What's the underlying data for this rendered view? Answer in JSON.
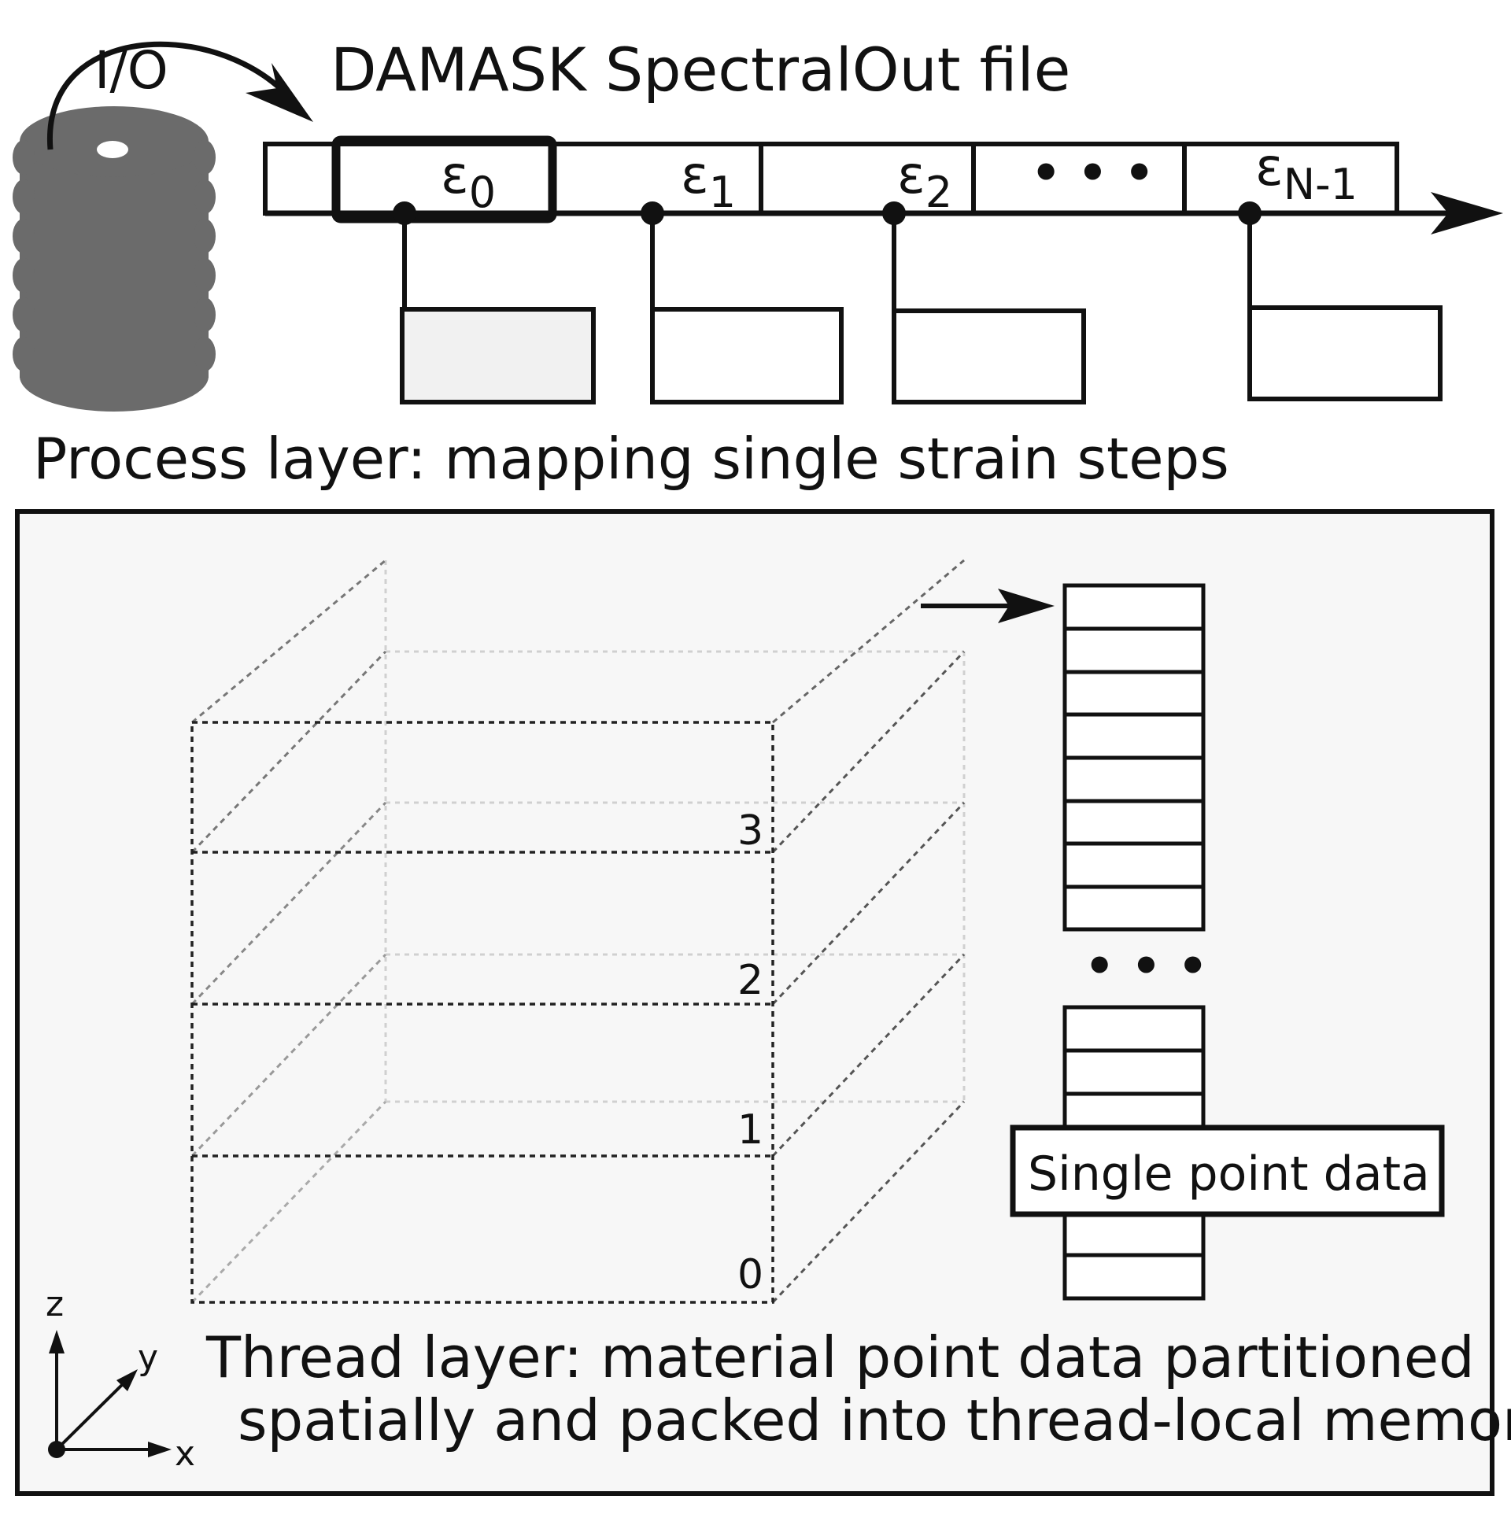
{
  "io_label": "I/O",
  "file_title": "DAMASK SpectralOut file",
  "steps": [
    {
      "base": "ε",
      "sub": "0"
    },
    {
      "base": "ε",
      "sub": "1"
    },
    {
      "base": "ε",
      "sub": "2"
    },
    {
      "base": "ε",
      "sub": "N-1"
    }
  ],
  "ellipsis": "• • •",
  "process_caption": "Process layer: mapping single strain steps",
  "layer_labels": [
    "0",
    "1",
    "2",
    "3"
  ],
  "single_point_label": "Single point data",
  "thread_caption_line1": "Thread layer: material point data partitioned",
  "thread_caption_line2": "spatially and packed into thread-local memory",
  "axes": {
    "x": "x",
    "y": "y",
    "z": "z"
  },
  "colors": {
    "disk": "#6b6b6b",
    "panel_bg": "#f7f7f7",
    "highlight_box": "#f1f1f1"
  }
}
